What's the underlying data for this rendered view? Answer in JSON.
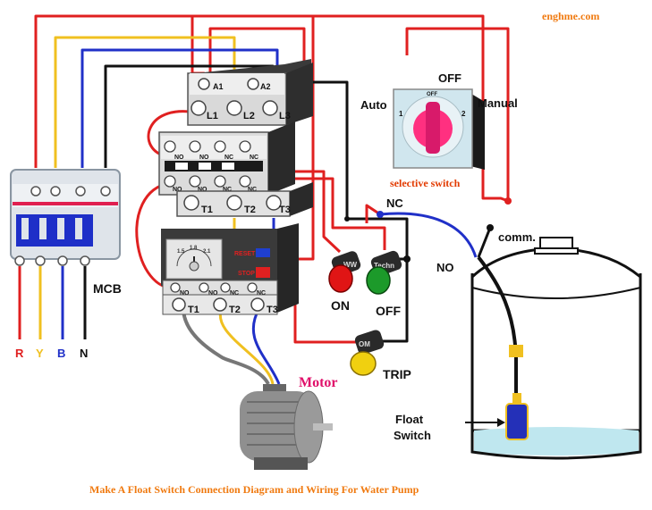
{
  "site": "enghme.com",
  "caption": "Make A Float Switch Connection Diagram and Wiring For Water Pump",
  "colors": {
    "red": "#e02020",
    "yellow": "#f0c020",
    "blue": "#2030c8",
    "black": "#111111",
    "accent_orange": "#f07a10",
    "motor_label": "#e0106a",
    "selector_knob": "#ff3080",
    "water": "#bfe7ef",
    "switch_label": "#e23a00"
  },
  "mcb": {
    "label": "MCB",
    "phases": [
      "R",
      "Y",
      "B",
      "N"
    ]
  },
  "contactor": {
    "coil_terminals": [
      "A1",
      "A2"
    ],
    "line_terminals": [
      "L1",
      "L2",
      "L3"
    ],
    "aux_top": [
      "NO",
      "NO",
      "NC",
      "NC"
    ],
    "aux_bottom": [
      "NO",
      "NO",
      "NC",
      "NC"
    ],
    "load_terminals": [
      "T1",
      "T2",
      "T3"
    ]
  },
  "overload": {
    "dial_marks": [
      "1.5",
      "1.8",
      "2.1"
    ],
    "reset": "RESET",
    "stop": "STOP",
    "aux": [
      "NO",
      "NO",
      "NC",
      "NC"
    ],
    "load_terminals": [
      "T1",
      "T2",
      "T3"
    ]
  },
  "buttons": {
    "on": {
      "label": "ON",
      "body_text": "WW"
    },
    "off": {
      "label": "OFF",
      "body_text": "Techn"
    },
    "trip": {
      "label": "TRIP",
      "body_text": "OM"
    }
  },
  "motor": {
    "label": "Motor"
  },
  "selector": {
    "title": "OFF",
    "face_off": "OFF",
    "pos1": "1",
    "pos2": "2",
    "left": "Auto",
    "right": "Manual",
    "caption": "selective switch"
  },
  "float": {
    "nc": "NC",
    "no": "NO",
    "comm": "comm.",
    "label_line1": "Float",
    "label_line2": "Switch"
  }
}
